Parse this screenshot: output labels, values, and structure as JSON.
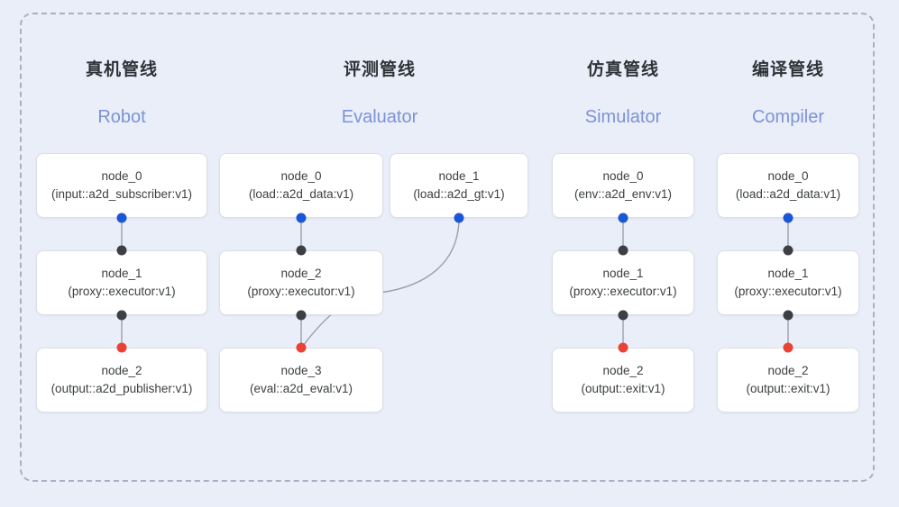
{
  "diagram": {
    "background_color": "#e9eef9",
    "frame_border_color": "#a9b0c4",
    "port_colors": {
      "input": "#1a56d6",
      "intermediate": "#3c4043",
      "output": "#ea4335"
    },
    "columns": [
      {
        "title_cn": "真机管线",
        "title_en": "Robot",
        "nodes": [
          {
            "name": "node_0",
            "type": "(input::a2d_subscriber:v1)"
          },
          {
            "name": "node_1",
            "type": "(proxy::executor:v1)"
          },
          {
            "name": "node_2",
            "type": "(output::a2d_publisher:v1)"
          }
        ]
      },
      {
        "title_cn": "评测管线",
        "title_en": "Evaluator",
        "nodes": [
          {
            "name": "node_0",
            "type": "(load::a2d_data:v1)"
          },
          {
            "name": "node_1",
            "type": "(load::a2d_gt:v1)"
          },
          {
            "name": "node_2",
            "type": "(proxy::executor:v1)"
          },
          {
            "name": "node_3",
            "type": "(eval::a2d_eval:v1)"
          }
        ]
      },
      {
        "title_cn": "仿真管线",
        "title_en": "Simulator",
        "nodes": [
          {
            "name": "node_0",
            "type": "(env::a2d_env:v1)"
          },
          {
            "name": "node_1",
            "type": "(proxy::executor:v1)"
          },
          {
            "name": "node_2",
            "type": "(output::exit:v1)"
          }
        ]
      },
      {
        "title_cn": "编译管线",
        "title_en": "Compiler",
        "nodes": [
          {
            "name": "node_0",
            "type": "(load::a2d_data:v1)"
          },
          {
            "name": "node_1",
            "type": "(proxy::executor:v1)"
          },
          {
            "name": "node_2",
            "type": "(output::exit:v1)"
          }
        ]
      }
    ]
  }
}
